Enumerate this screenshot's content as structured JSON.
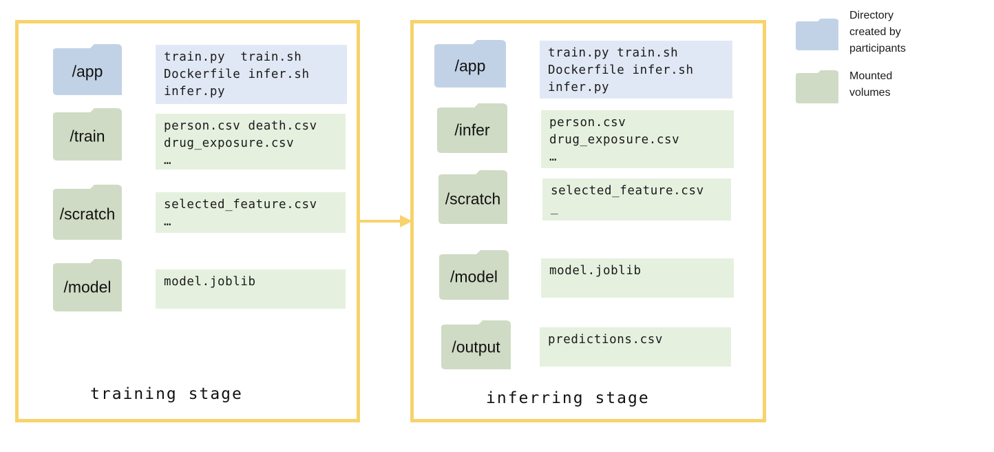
{
  "colors": {
    "stage_border": "#f8d36b",
    "participant_fill": "#e1e8f5",
    "participant_folder": "#c2d2e6",
    "mounted_fill": "#e6f0df",
    "mounted_folder": "#cfdbc4",
    "arrow": "#f8d36b"
  },
  "stages": [
    {
      "label": "training stage",
      "rows": [
        {
          "folder": "/app",
          "kind": "participant",
          "files": [
            "train.py  train.sh",
            "Dockerfile infer.sh",
            "infer.py"
          ]
        },
        {
          "folder": "/train",
          "kind": "mounted",
          "files": [
            "person.csv death.csv",
            "drug_exposure.csv",
            "…"
          ]
        },
        {
          "folder": "/scratch",
          "kind": "mounted",
          "files": [
            "selected_feature.csv",
            "…"
          ]
        },
        {
          "folder": "/model",
          "kind": "mounted",
          "files": [
            "model.joblib"
          ]
        }
      ]
    },
    {
      "label": "inferring stage",
      "rows": [
        {
          "folder": "/app",
          "kind": "participant",
          "files": [
            "train.py train.sh",
            "Dockerfile infer.sh",
            "infer.py"
          ]
        },
        {
          "folder": "/infer",
          "kind": "mounted",
          "files": [
            "person.csv",
            "drug_exposure.csv",
            "…"
          ]
        },
        {
          "folder": "/scratch",
          "kind": "mounted",
          "files": [
            "selected_feature.csv",
            "_"
          ]
        },
        {
          "folder": "/model",
          "kind": "mounted",
          "files": [
            "model.joblib"
          ]
        },
        {
          "folder": "/output",
          "kind": "mounted",
          "files": [
            "predictions.csv"
          ]
        }
      ]
    }
  ],
  "legend": [
    {
      "kind": "participant",
      "lines": [
        "Directory",
        "created by",
        "participants"
      ]
    },
    {
      "kind": "mounted",
      "lines": [
        "Mounted",
        "volumes"
      ]
    }
  ]
}
